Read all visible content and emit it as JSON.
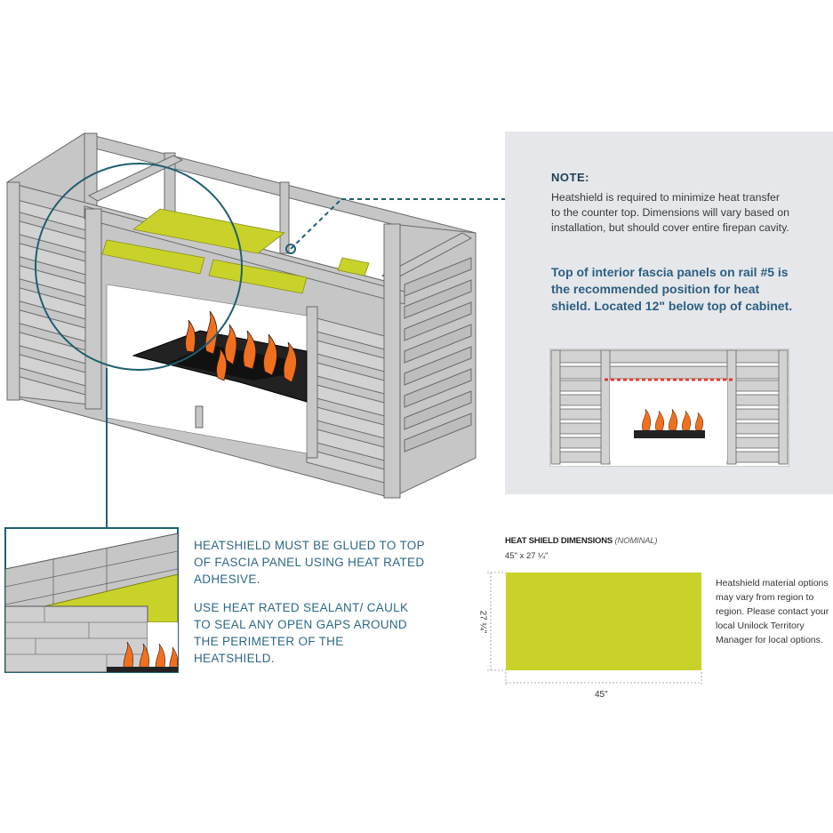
{
  "note": {
    "title": "NOTE:",
    "body": "Heatshield is required to minimize heat transfer to the counter top. Dimensions will vary based on installation, but should cover entire firepan cavity.",
    "emphasis": "Top of interior fascia panels on rail #5 is the recommended position for heat shield. Located 12\" below top of cabinet."
  },
  "instructions": {
    "glue": "HEATSHIELD MUST BE GLUED TO TOP OF FASCIA PANEL USING HEAT RATED ADHESIVE.",
    "seal": "USE HEAT RATED SEALANT/ CAULK TO SEAL ANY OPEN GAPS AROUND THE PERIMETER OF THE HEATSHIELD."
  },
  "dimensions": {
    "title": "HEAT SHIELD DIMENSIONS",
    "title_note": "(NOMINAL)",
    "size": "45\" x 27 ¼\"",
    "width_label": "45\"",
    "height_label": "27 ¼\""
  },
  "material_note": "Heatshield material options may vary from region to region. Please contact your local Unilock Territory Manager for local options.",
  "colors": {
    "teal": "#1f5f70",
    "heatshield": "#c9d228",
    "frame": "#c6c6c6",
    "flame": "#f07020"
  }
}
